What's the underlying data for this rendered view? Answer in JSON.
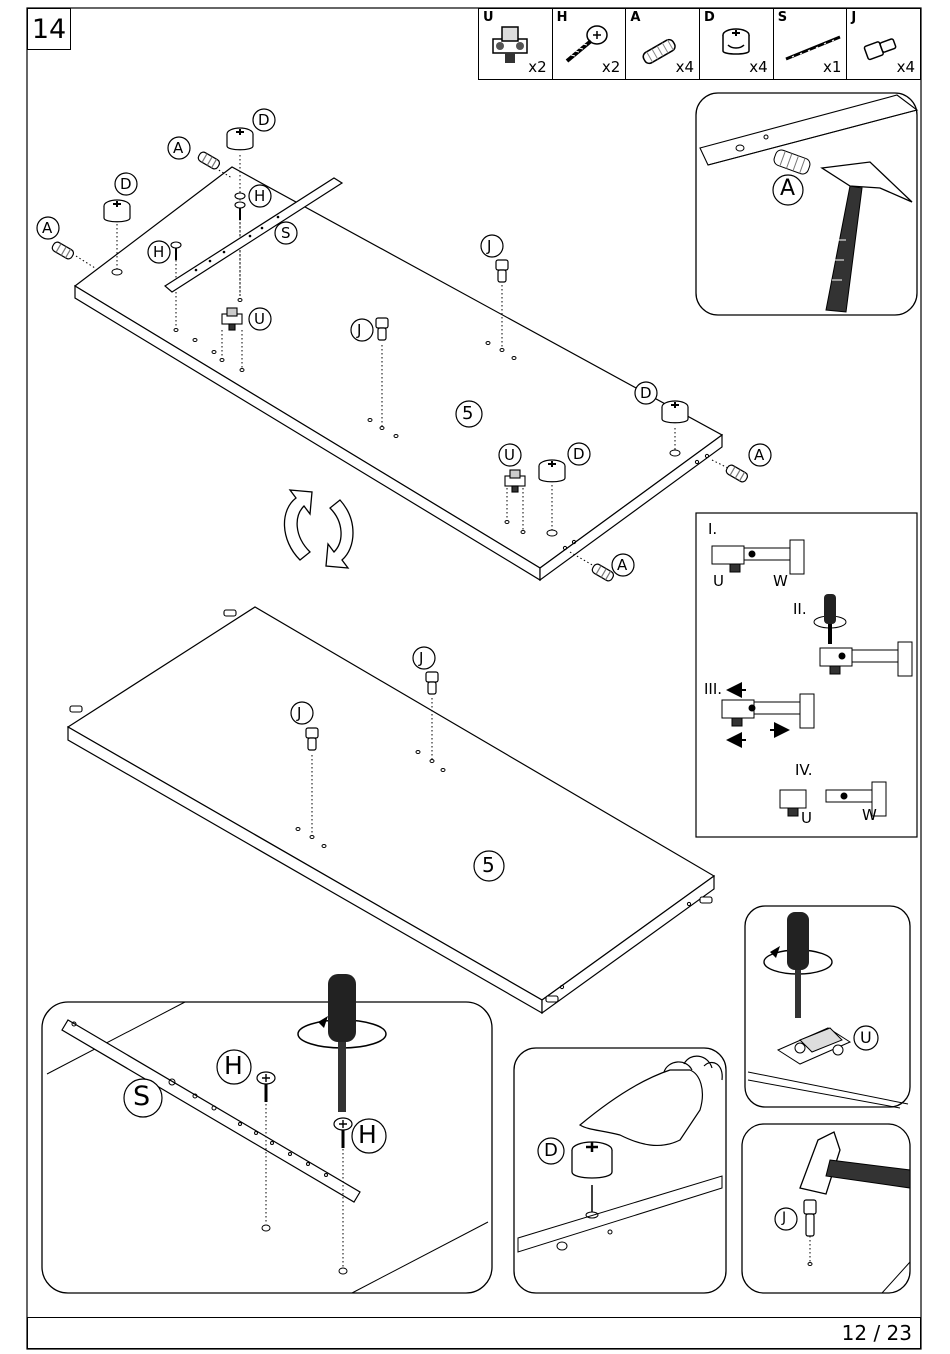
{
  "step": "14",
  "page": "12 / 23",
  "parts": [
    {
      "code": "U",
      "qty": "x2",
      "icon": "hinge-plate-icon"
    },
    {
      "code": "H",
      "qty": "x2",
      "icon": "screw-icon"
    },
    {
      "code": "A",
      "qty": "x4",
      "icon": "dowel-icon"
    },
    {
      "code": "D",
      "qty": "x4",
      "icon": "cam-lock-icon"
    },
    {
      "code": "S",
      "qty": "x1",
      "icon": "drawer-rail-icon"
    },
    {
      "code": "J",
      "qty": "x4",
      "icon": "shelf-pin-icon"
    }
  ],
  "main_labels": {
    "A": "A",
    "D": "D",
    "H": "H",
    "S": "S",
    "J": "J",
    "U": "U",
    "W": "W",
    "panel": "5"
  },
  "hinge_steps": [
    "I.",
    "II.",
    "III.",
    "IV."
  ]
}
